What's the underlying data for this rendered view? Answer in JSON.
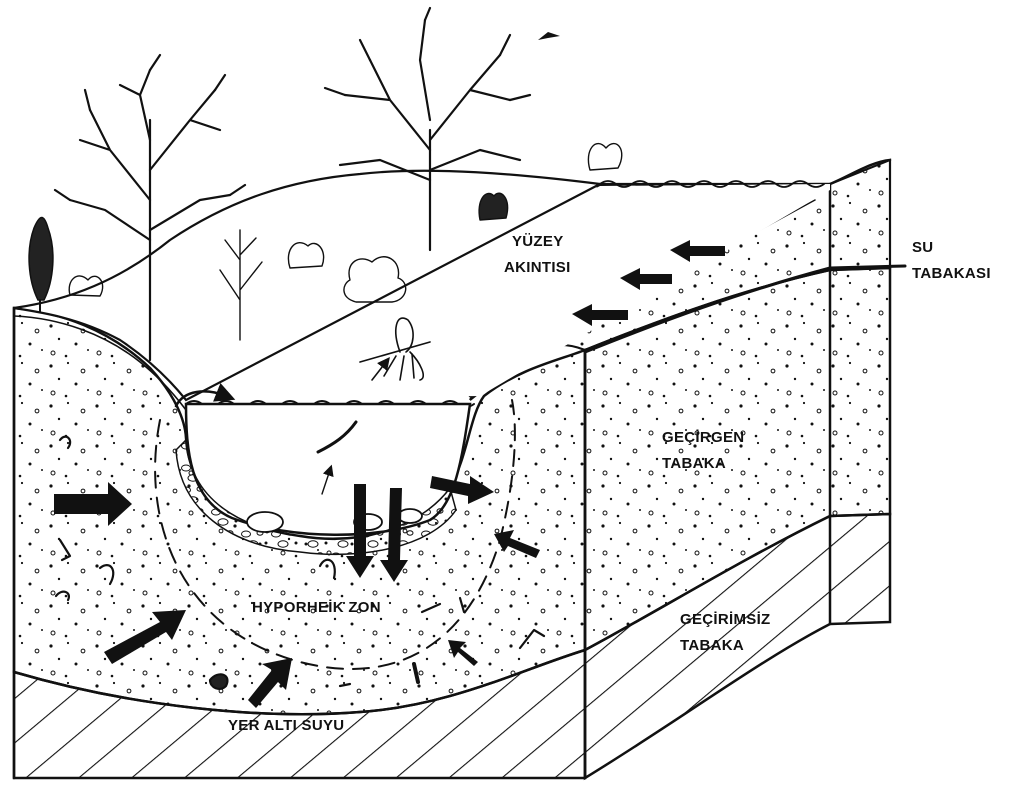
{
  "labels": {
    "surface_runoff": [
      "YÜZEY",
      "AKINTISI"
    ],
    "water_table": [
      "SU",
      "TABAKASI"
    ],
    "permeable_layer": [
      "GEÇİRGEN",
      "TABAKA"
    ],
    "impermeable_layer": [
      "GEÇİRİMSİZ",
      "TABAKA"
    ],
    "hyporheic_zone": "HYPORHEİK ZON",
    "groundwater": "YER ALTI SUYU"
  }
}
